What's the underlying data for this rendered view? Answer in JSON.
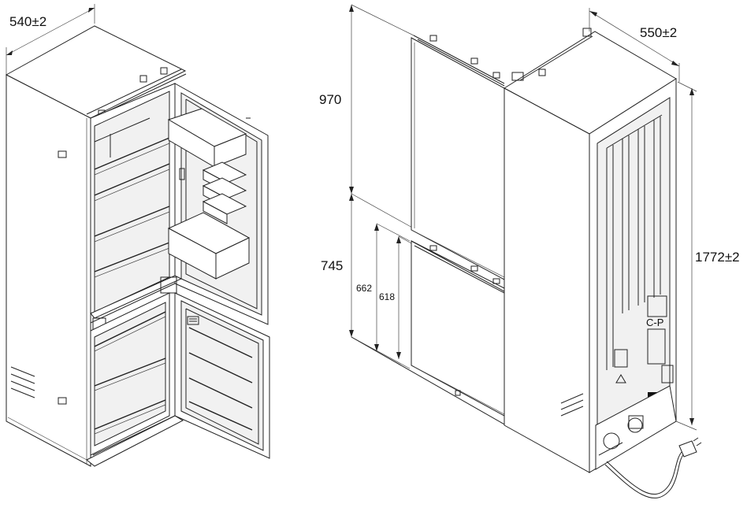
{
  "dimensions": {
    "open_view_width": "540±2",
    "depth": "550±2",
    "fridge_door_height": "970",
    "freezer_door_height": "745",
    "freezer_inner_height_a": "662",
    "freezer_inner_height_b": "618",
    "total_height": "1772±2"
  },
  "icons": {
    "power_cord": "power-plug-icon",
    "rating_label": "rating-plate-icon",
    "recycling_mark": "recycle-mark-icon"
  },
  "colors": {
    "line": "#222222",
    "background": "#ffffff"
  }
}
